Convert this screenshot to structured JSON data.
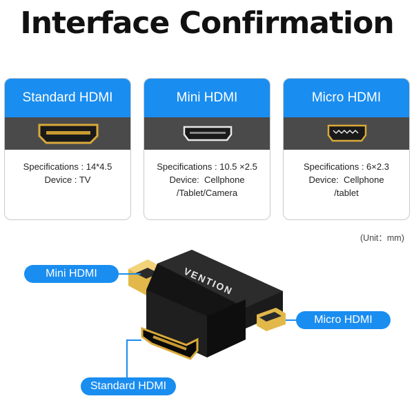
{
  "title": "Interface Confirmation",
  "cards": [
    {
      "name": "Standard HDMI",
      "spec": "Specifications : 14*4.5",
      "device_lines": [
        "Device : TV"
      ]
    },
    {
      "name": "Mini HDMI",
      "spec": "Specifications : 10.5 ×2.5",
      "device_lines": [
        "Device:  Cellphone",
        "/Tablet/Camera"
      ]
    },
    {
      "name": "Micro HDMI",
      "spec": "Specifications : 6×2.3",
      "device_lines": [
        "Device:  Cellphone",
        "/tablet"
      ]
    }
  ],
  "unit": "(Unit：mm)",
  "labels": {
    "mini": "Mini HDMI",
    "micro": "Micro HDMI",
    "standard": "Standard HDMI"
  },
  "brand": "VENTION",
  "colors": {
    "accent": "#1a8df0",
    "port_bar": "#4a4a4a",
    "gold": "#d9a93a"
  },
  "icons": [
    "standard-hdmi-port-icon",
    "mini-hdmi-port-icon",
    "micro-hdmi-port-icon",
    "hdmi-adapter-image"
  ]
}
